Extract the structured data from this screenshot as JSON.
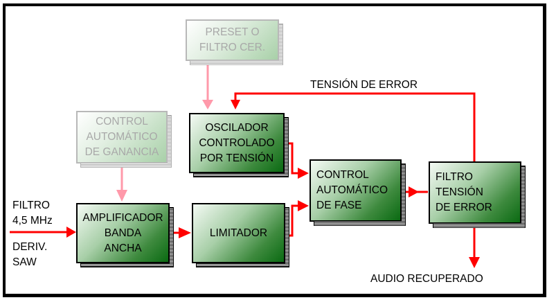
{
  "diagram": {
    "title": "Demodulador FM de audio (PLL)",
    "colors": {
      "signal_line": "#ff0000",
      "control_line": "#ff99aa",
      "block_fill_dark": "#0a6a12",
      "block_fill_light": "#f4faf4",
      "faded_text": "#a8a8a8"
    },
    "blocks": {
      "preset": {
        "lines": [
          "PRESET O",
          "FILTRO CER."
        ]
      },
      "cag": {
        "lines": [
          "CONTROL",
          "AUTOMÁTICO",
          "DE GANANCIA"
        ]
      },
      "vco": {
        "lines": [
          "OSCILADOR",
          "CONTROLADO",
          "POR TENSIÓN"
        ]
      },
      "amplificador": {
        "lines": [
          "AMPLIFICADOR",
          "BANDA",
          "ANCHA"
        ]
      },
      "limitador": {
        "lines": [
          "LIMITADOR"
        ]
      },
      "caf": {
        "lines": [
          "CONTROL",
          "AUTOMÁTICO",
          "DE FASE"
        ]
      },
      "filtro": {
        "lines": [
          "FILTRO",
          "TENSIÓN",
          "DE ERROR"
        ]
      }
    },
    "labels": {
      "input_top": [
        "FILTRO",
        "4,5 MHz"
      ],
      "input_bottom": [
        "DERIV.",
        "SAW"
      ],
      "feedback": "TENSIÓN DE ERROR",
      "output": "AUDIO RECUPERADO"
    }
  }
}
